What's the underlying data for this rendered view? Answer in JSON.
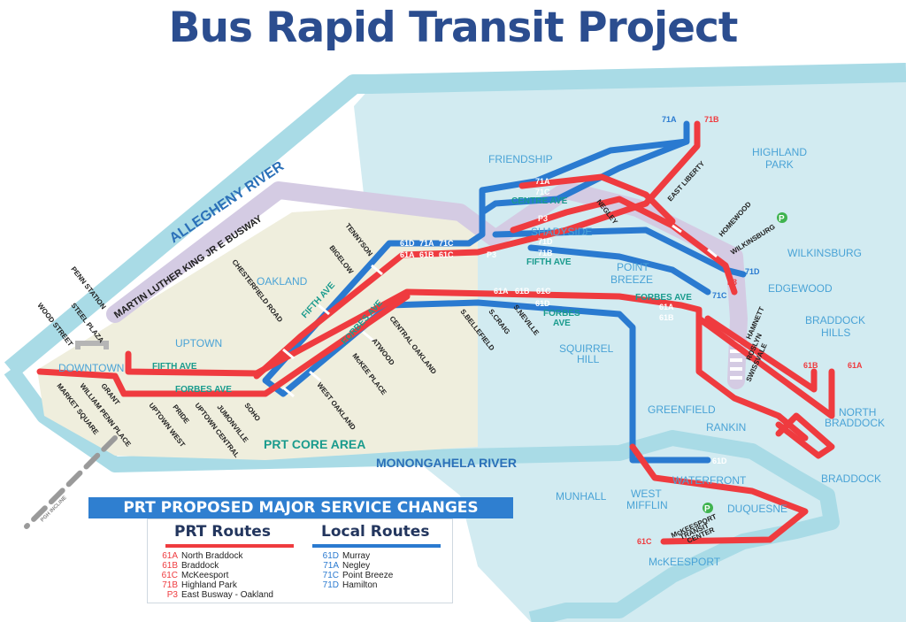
{
  "title": "Bus Rapid Transit Project",
  "colors": {
    "prt_red": "#ef3b3f",
    "local_blue": "#2a7ad0",
    "river": "#a9dbe6",
    "river_text": "#2b70b8",
    "region": "#d2ebf1",
    "core_area": "#efeedd",
    "busway": "#d4cbe3",
    "text_blue": "#4aa3d6",
    "text_teal": "#1a9b8d",
    "park_green": "#3fb34f",
    "legend_blue": "#2f7fd0"
  },
  "rivers": {
    "allegheny": "ALLEGHENY RIVER",
    "monongahela": "MONONGAHELA RIVER"
  },
  "busway_label": "MARTIN LUTHER KING JR E BUSWAY",
  "core_area_label": "PRT CORE AREA",
  "neighborhoods": {
    "friendship": "FRIENDSHIP",
    "highland_park": [
      "HIGHLAND",
      "PARK"
    ],
    "shadyside": "SHADYSIDE",
    "oakland": "OAKLAND",
    "uptown": "UPTOWN",
    "downtown": "DOWNTOWN",
    "point_breeze": [
      "POINT",
      "BREEZE"
    ],
    "wilkinsburg": "WILKINSBURG",
    "edgewood": "EDGEWOOD",
    "braddock_hills": [
      "BRADDOCK",
      "HILLS"
    ],
    "squirrel_hill": [
      "SQUIRREL",
      "HILL"
    ],
    "greenfield": "GREENFIELD",
    "rankin": "RANKIN",
    "north_braddock": [
      "NORTH",
      "BRADDOCK"
    ],
    "braddock": "BRADDOCK",
    "waterfront": "WATERFRONT",
    "munhall": "MUNHALL",
    "west_mifflin": [
      "WEST",
      "MIFFLIN"
    ],
    "duquesne": "DUQUESNE",
    "mckeesport": "McKEESPORT"
  },
  "streets": {
    "penn_station": "PENN STATION",
    "steel_plaza": "STEEL PLAZA",
    "wood_street": "WOOD STREET",
    "grant": "GRANT",
    "william_penn_place": "WILLIAM PENN PLACE",
    "market_square": "MARKET SQUARE",
    "pride": "PRIDE",
    "uptown_west": "UPTOWN WEST",
    "uptown_central": "UPTOWN CENTRAL",
    "jumonville": "JUMONVILLE",
    "soho": "SOHO",
    "chesterfield_road": "CHESTERFIELD ROAD",
    "bigelow": "BIGELOW",
    "tennyson": "TENNYSON",
    "atwood": "ATWOOD",
    "mckee_place": "McKEE PLACE",
    "central_oakland": "CENTRAL OAKLAND",
    "west_oakland": "WEST OAKLAND",
    "s_bellefield": "S.BELLEFIELD",
    "s_craig": "S.CRAIG",
    "s_neville": "S.NEVILLE",
    "negley": "NEGLEY",
    "east_liberty": "EAST LIBERTY",
    "homewood": "HOMEWOOD",
    "wilkinsburg_st": "WILKINSBURG",
    "hamnett": "HAMNETT",
    "roslyn": "ROSLYN",
    "swissvale": "SWISSVALE",
    "mckeesport_transit_center": [
      "McKEESPORT",
      "TRANSIT",
      "CENTER"
    ],
    "pgh_incline": "PGH INCLINE"
  },
  "avenues": {
    "fifth_ave_oakland": "FIFTH AVE",
    "forbes_ave_oakland": "FORBES AVE",
    "fifth_ave_downtown": "FIFTH AVE",
    "forbes_ave_downtown": "FORBES AVE",
    "centre_ave": "CENTRE AVE",
    "fifth_ave_east": "FIFTH AVE",
    "forbes_ave_east": "FORBES AVE",
    "forbes_ave_sq": [
      "FORBES",
      "AVE"
    ]
  },
  "route_tags": {
    "r71a_top": "71A",
    "r71b_top": "71B",
    "r71a_c": "71A",
    "r71c_c": "71C",
    "r61d_o": "61D",
    "r71a_o": "71A",
    "r71c_o": "71C",
    "r61a_o": "61A",
    "r61b_o": "61B",
    "r61c_o": "61C",
    "p3_a": "P3",
    "p3_b": "P3",
    "p3_c": "P3",
    "r71d_a": "71D",
    "r71b_a": "71B",
    "r71d_b": "71D",
    "r71c_b": "71C",
    "r61a_f": "61A",
    "r61b_f": "61B",
    "r61c_f": "61C",
    "r61d_f": "61D",
    "r61a_e": "61A",
    "r61b_e": "61B",
    "r61b_end": "61B",
    "r61a_end": "61A",
    "r61d_end": "61D",
    "r61c_end": "61C"
  },
  "park_icon_label": "P",
  "legend": {
    "title": "PRT PROPOSED MAJOR SERVICE CHANGES",
    "prt_header": "PRT Routes",
    "local_header": "Local Routes",
    "prt_routes": [
      {
        "code": "61A",
        "name": "North Braddock"
      },
      {
        "code": "61B",
        "name": "Braddock"
      },
      {
        "code": "61C",
        "name": "McKeesport"
      },
      {
        "code": "71B",
        "name": "Highland Park"
      },
      {
        "code": "P3",
        "name": "East Busway - Oakland"
      }
    ],
    "local_routes": [
      {
        "code": "61D",
        "name": "Murray"
      },
      {
        "code": "71A",
        "name": "Negley"
      },
      {
        "code": "71C",
        "name": "Point Breeze"
      },
      {
        "code": "71D",
        "name": "Hamilton"
      }
    ]
  }
}
